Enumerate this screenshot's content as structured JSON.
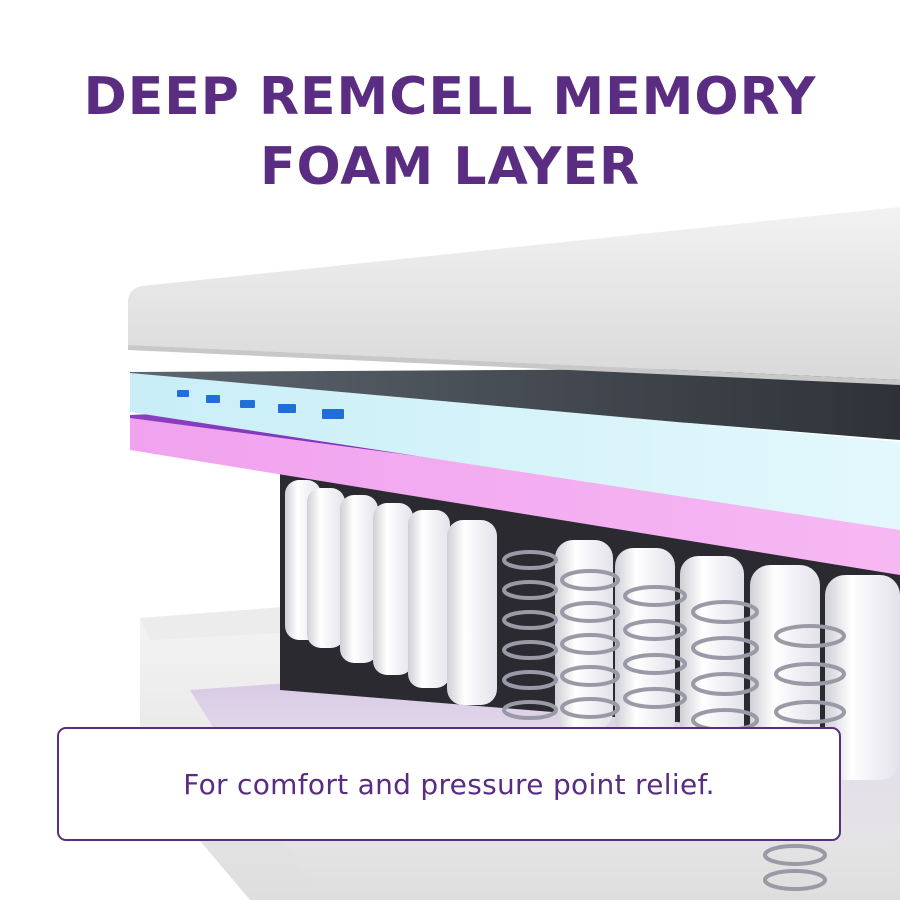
{
  "heading": {
    "line1": "DEEP REMCELL MEMORY",
    "line2": "FOAM LAYER"
  },
  "caption": {
    "text": "For comfort and pressure point relief."
  },
  "colors": {
    "brand_purple": "#5a2d82",
    "cool_layer": "#d6f4fb",
    "memory_foam_layer": "#f3a6f0",
    "indicator_blue": "#1f6fd6"
  }
}
